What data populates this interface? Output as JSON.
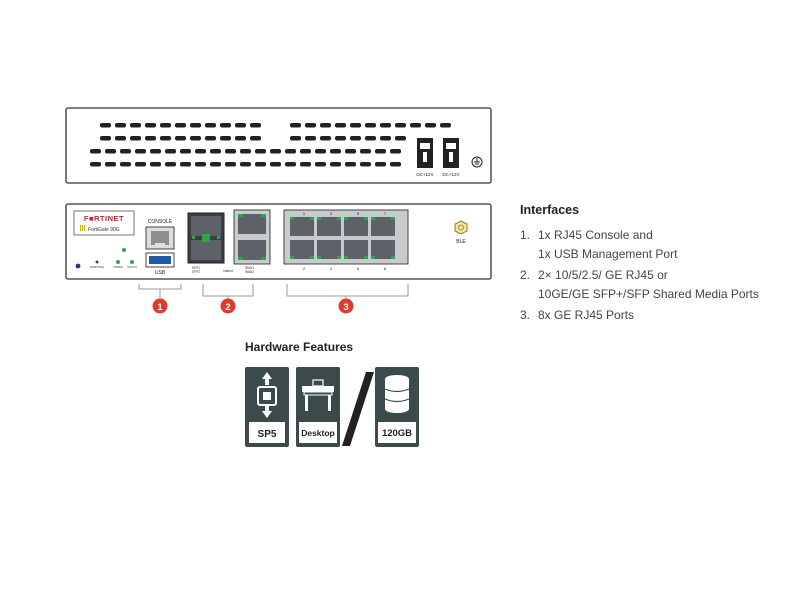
{
  "device": {
    "brand": "F■RTINET",
    "model": "FortiGate 90G",
    "console_label": "CONSOLE",
    "usb_label": "USB",
    "power_labels": [
      "DC+12V",
      "DC+12V"
    ],
    "ble_label": "BLE",
    "sfp_labels": [
      "SFP1",
      "SFP2"
    ],
    "shared_label": "shared",
    "wan_labels": [
      "WAN1",
      "WAN2"
    ],
    "port_numbers_top": [
      "1",
      "3",
      "5",
      "7"
    ],
    "port_numbers_bottom": [
      "2",
      "4",
      "6",
      "8"
    ],
    "led_labels": [
      "RESET/BLE",
      "POWER",
      "STATUS"
    ],
    "led_color": "#2aa845"
  },
  "callouts": [
    "1",
    "2",
    "3"
  ],
  "callout_color": "#e03a2e",
  "interfaces": {
    "title": "Interfaces",
    "items": [
      {
        "num": "1.",
        "lines": [
          "1x RJ45 Console and",
          "1x USB Management Port"
        ]
      },
      {
        "num": "2.",
        "lines": [
          "2× 10/5/2.5/ GE RJ45 or",
          "10GE/GE SFP+/SFP Shared Media Ports"
        ]
      },
      {
        "num": "3.",
        "lines": [
          "8x GE RJ45 Ports"
        ]
      }
    ]
  },
  "hardware": {
    "title": "Hardware Features",
    "icon_color": "#3b4a4a",
    "cards": [
      {
        "label": "SP5",
        "icon": "chip-icon"
      },
      {
        "label": "Desktop",
        "icon": "desk-icon"
      },
      {
        "label": "120GB",
        "icon": "storage-icon"
      }
    ]
  }
}
